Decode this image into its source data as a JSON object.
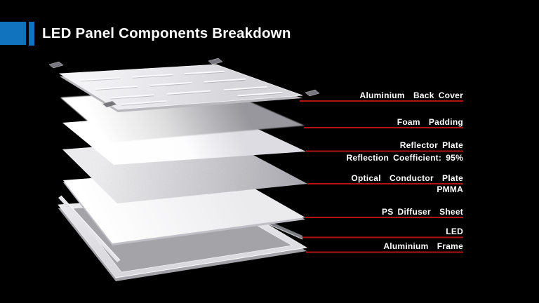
{
  "slide": {
    "title": "LED Panel Components Breakdown",
    "background": "#000000",
    "accent_blue": "#1173bd",
    "leader_red": "#b01411",
    "text_color": "#ffffff"
  },
  "callouts": [
    {
      "label": "Aluminium  Back Cover"
    },
    {
      "label": "Foam  Padding"
    },
    {
      "label": "Reflector Plate",
      "sub": "Reflection Coefficient: 95%"
    },
    {
      "label": "Optical  Conductor  Plate",
      "sub": "PMMA"
    },
    {
      "label": "PS Diffuser  Sheet"
    },
    {
      "label": "LED"
    },
    {
      "label": "Aluminium  Frame"
    }
  ]
}
